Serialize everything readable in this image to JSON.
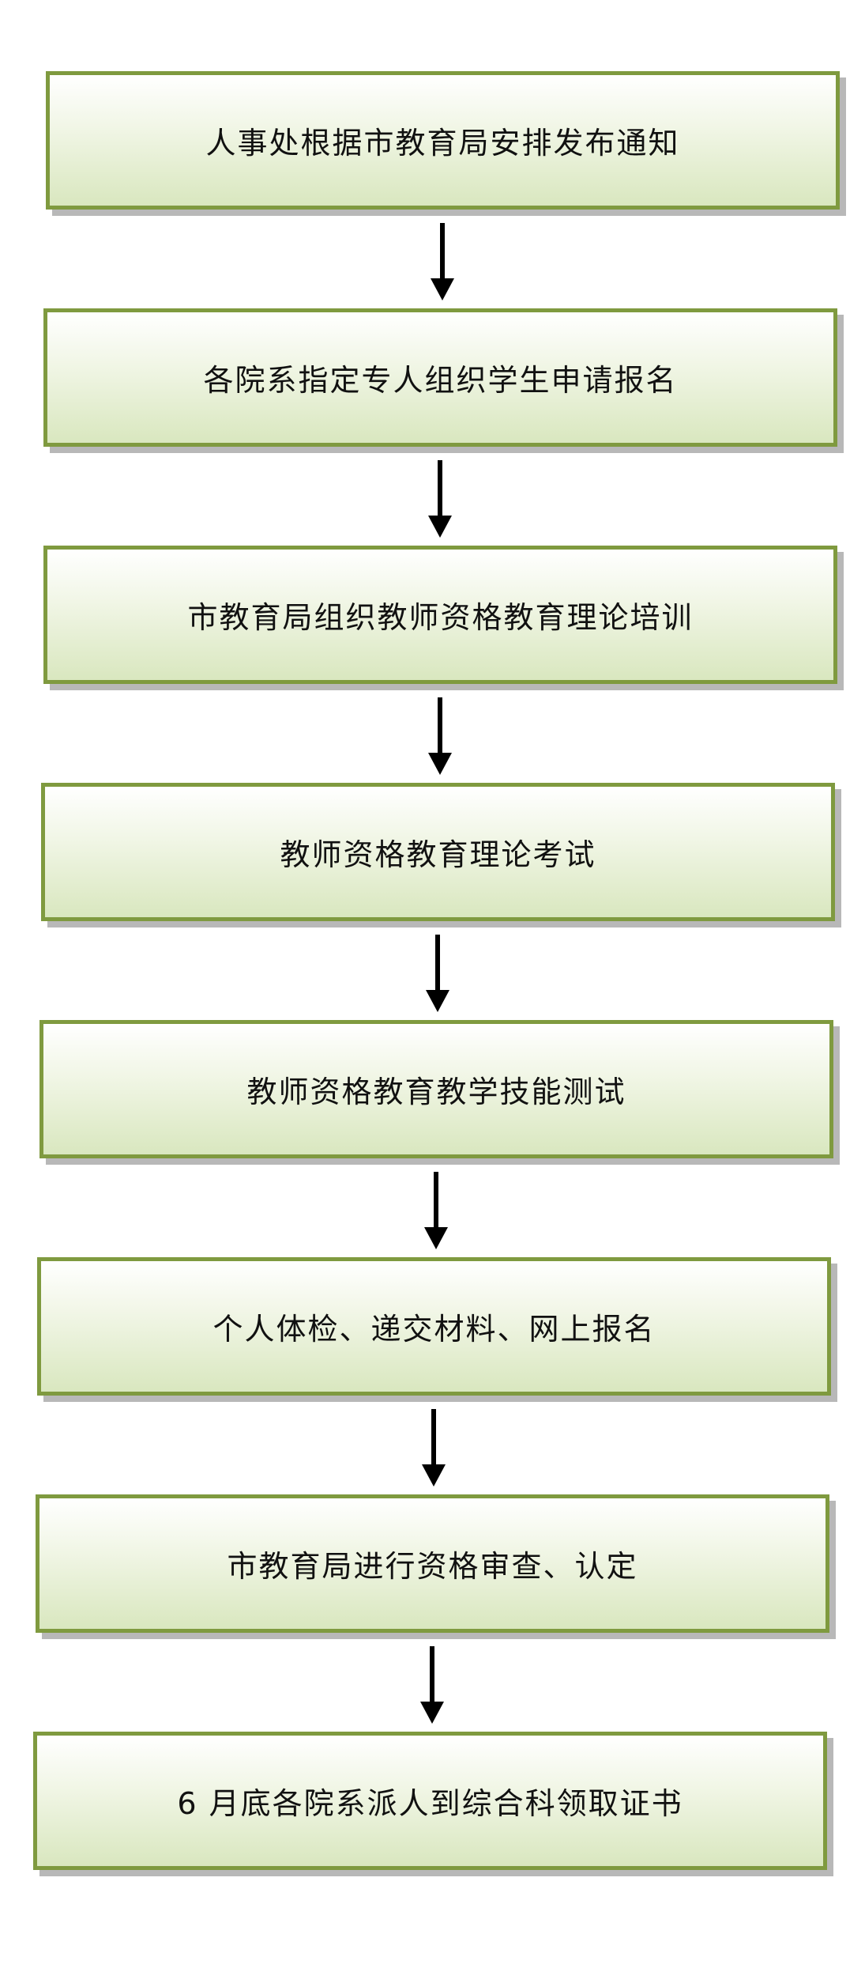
{
  "steps": [
    "人事处根据市教育局安排发布通知",
    "各院系指定专人组织学生申请报名",
    "市教育局组织教师资格教育理论培训",
    "教师资格教育理论考试",
    "教师资格教育教学技能测试",
    "个人体检、递交材料、网上报名",
    "市教育局进行资格审查、认定",
    "6 月底各院系派人到综合科领取证书"
  ],
  "colors": {
    "box_border": "#7f9a3f",
    "box_fill_bottom": "#d9e7bf",
    "arrow": "#000000",
    "shadow": "#b8b8b8"
  }
}
